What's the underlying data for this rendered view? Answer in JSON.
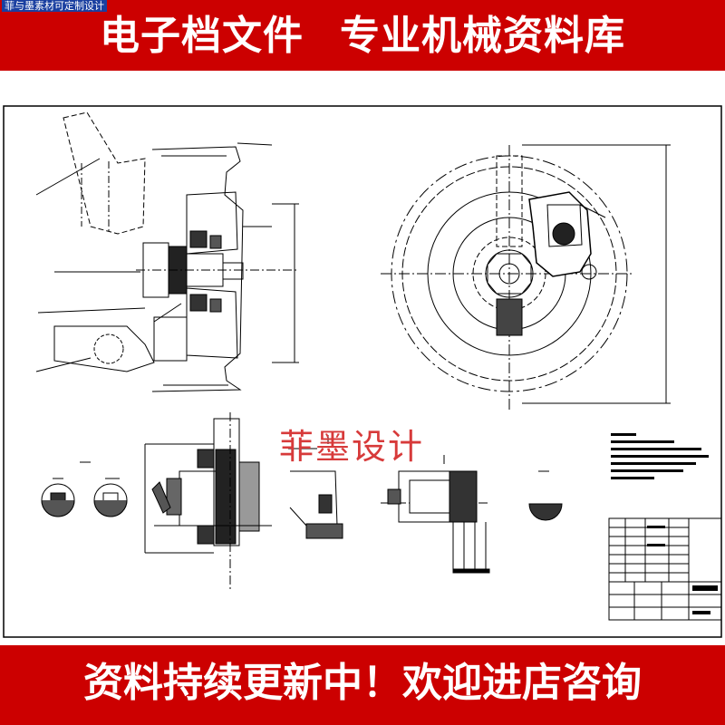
{
  "header": {
    "watermark_tag": "菲与墨素材可定制设计",
    "left_text": "电子档文件",
    "right_text": "专业机械资料库"
  },
  "footer": {
    "text": "资料持续更新中！欢迎进店咨询"
  },
  "drawing": {
    "watermark": "菲墨设计"
  },
  "colors": {
    "banner_red": "#cc0000",
    "tag_blue": "#1a3fa0",
    "watermark_red": "#d73a3a",
    "line_black": "#000000"
  }
}
